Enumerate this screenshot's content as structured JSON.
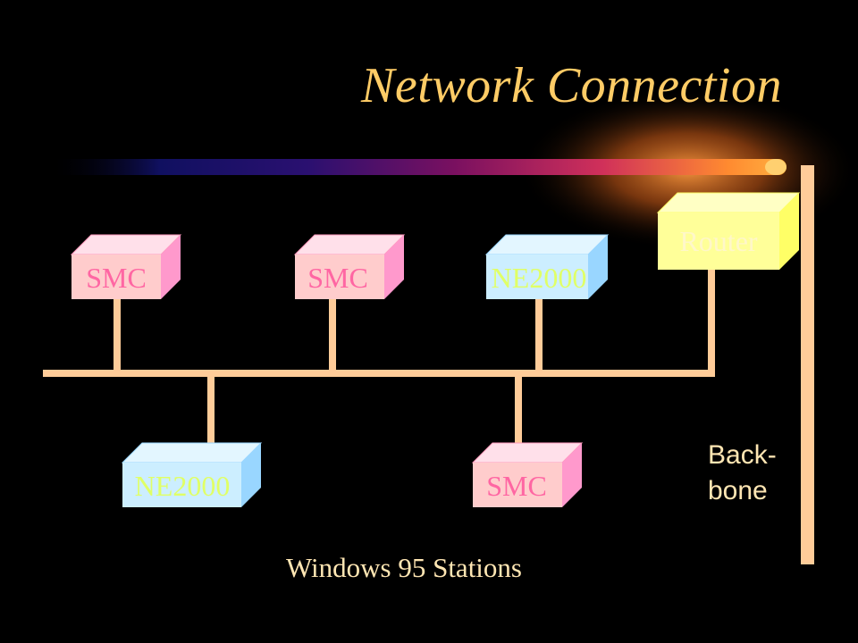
{
  "slide": {
    "title": "Network Connection",
    "caption": "Windows 95 Stations",
    "backbone_label_line1": "Back-",
    "backbone_label_line2": "bone"
  },
  "nodes": {
    "top_1": "SMC",
    "top_2": "SMC",
    "top_3": "NE2000",
    "router": "Router",
    "bottom_1": "NE2000",
    "bottom_2": "SMC"
  },
  "colors": {
    "background": "#000000",
    "title": "#ffcc66",
    "text": "#ffe6b3",
    "cable": "#ffcc99",
    "smc_face": "#ffcccc",
    "smc_side": "#ff99cc",
    "smc_text": "#ff66a3",
    "ne2000_face": "#cceeff",
    "ne2000_side": "#99d6ff",
    "ne2000_text": "#e0ff66",
    "router_face": "#ffff99",
    "router_side": "#ffff66",
    "router_text": "#fff7c9"
  },
  "icons": [
    "comet-streak",
    "network-card-box",
    "router-box",
    "backbone-pipe",
    "lan-bus"
  ]
}
